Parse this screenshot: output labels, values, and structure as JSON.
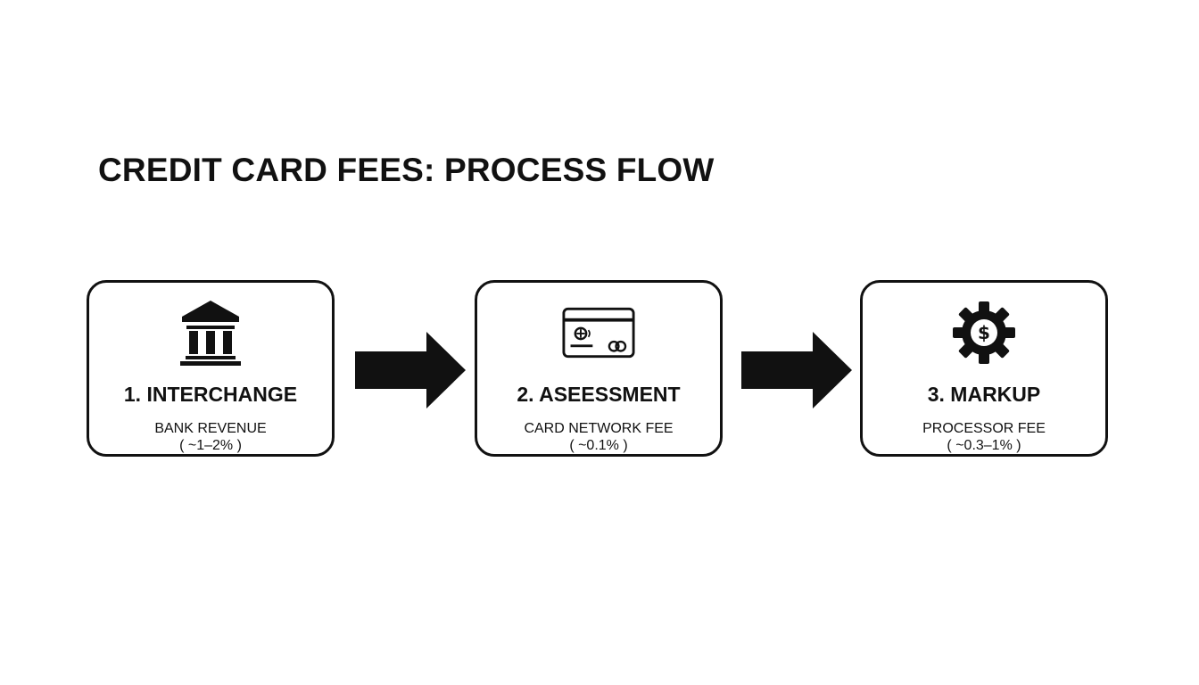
{
  "title": "CREDIT CARD FEES: PROCESS FLOW",
  "steps": [
    {
      "icon": "bank-icon",
      "label": "1. INTERCHANGE",
      "description": "BANK REVENUE",
      "rate": "( ~1–2% )"
    },
    {
      "icon": "credit-card-icon",
      "label": "2. ASEESSMENT",
      "description": "CARD NETWORK FEE",
      "rate": "( ~0.1% )"
    },
    {
      "icon": "gear-dollar-icon",
      "label": "3. MARKUP",
      "description": "PROCESSOR FEE",
      "rate": "( ~0.3–1% )"
    }
  ],
  "connectors": [
    "arrow-right-icon",
    "arrow-right-icon"
  ],
  "colors": {
    "ink": "#111111",
    "background": "#ffffff"
  }
}
